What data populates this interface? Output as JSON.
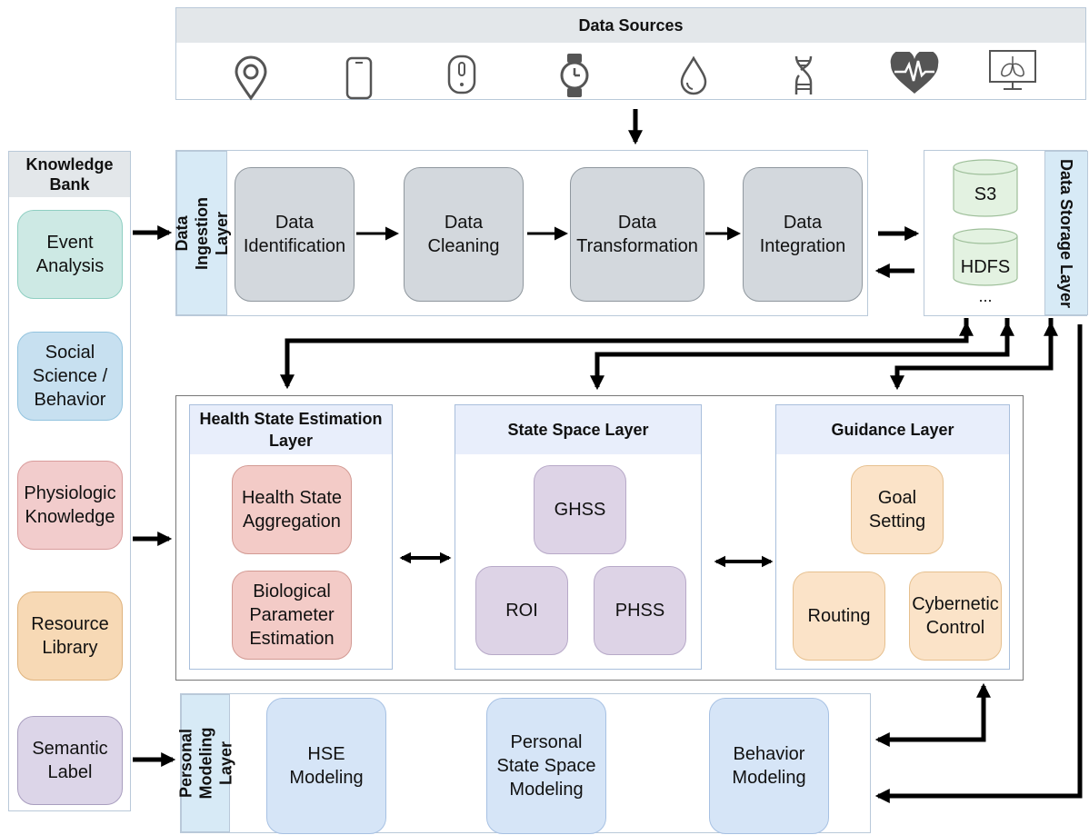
{
  "data_sources": {
    "title": "Data Sources",
    "icons": [
      "location-pin-icon",
      "smartphone-icon",
      "wearable-sensor-icon",
      "smartwatch-icon",
      "droplet-icon",
      "dna-icon",
      "heart-rate-icon",
      "lung-monitor-icon"
    ]
  },
  "knowledge_bank": {
    "title": "Knowledge Bank",
    "items": [
      "Event\nAnalysis",
      "Social\nScience /\nBehavior",
      "Physiologic\nKnowledge",
      "Resource\nLibrary",
      "Semantic\nLabel"
    ]
  },
  "ingestion": {
    "label": "Data Ingestion\nLayer",
    "steps": [
      "Data\nIdentification",
      "Data\nCleaning",
      "Data\nTransformation",
      "Data\nIntegration"
    ]
  },
  "storage": {
    "label": "Data Storage Layer",
    "items": [
      "S3",
      "HDFS",
      "..."
    ]
  },
  "health_state": {
    "title": "Health State Estimation\nLayer",
    "items": [
      "Health State\nAggregation",
      "Biological\nParameter\nEstimation"
    ]
  },
  "state_space": {
    "title": "State Space Layer",
    "items": [
      "GHSS",
      "ROI",
      "PHSS"
    ]
  },
  "guidance": {
    "title": "Guidance  Layer",
    "items": [
      "Goal\nSetting",
      "Routing",
      "Cybernetic\nControl"
    ]
  },
  "personal_modeling": {
    "label": "Personal\nModeling Layer",
    "items": [
      "HSE\nModeling",
      "Personal\nState Space\nModeling",
      "Behavior\nModeling"
    ]
  },
  "colors": {
    "gray": "#d3d8dd",
    "teal": "#cde9e4",
    "blue": "#c7e0f0",
    "pink": "#f2cccc",
    "orange": "#f7d9b5",
    "purple": "#dcd5e8",
    "arrow": "#000000"
  }
}
